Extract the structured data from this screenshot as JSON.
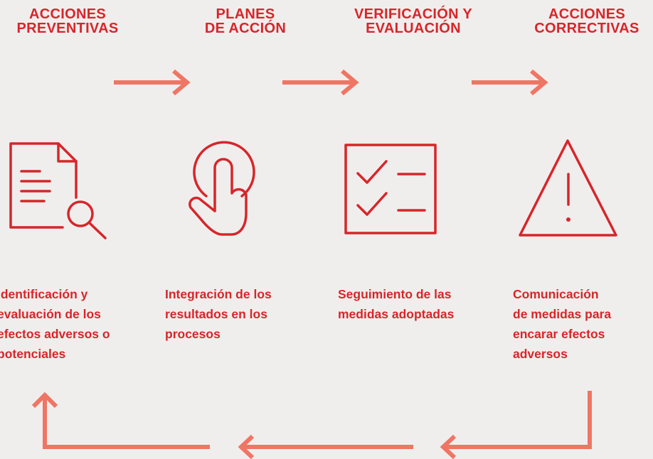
{
  "colors": {
    "accent": "#d6262b",
    "arrow": "#ef7565",
    "background": "#f0eeec"
  },
  "stages": [
    {
      "title": "ACCIONES\nPREVENTIVAS",
      "icon": "document-search-icon",
      "description": "Identificación y\nevaluación de los\nefectos adversos o\npotenciales"
    },
    {
      "title": "PLANES\nDE ACCIÓN",
      "icon": "touch-hand-icon",
      "description": "Integración de los\nresultados en los\nprocesos"
    },
    {
      "title": "VERIFICACIÓN Y\nEVALUACIÓN",
      "icon": "checklist-icon",
      "description": "Seguimiento de las\nmedidas adoptadas"
    },
    {
      "title": "ACCIONES\nCORRECTIVAS",
      "icon": "warning-triangle-icon",
      "description": "Comunicación\nde medidas para\nencarar efectos\nadversos"
    }
  ]
}
